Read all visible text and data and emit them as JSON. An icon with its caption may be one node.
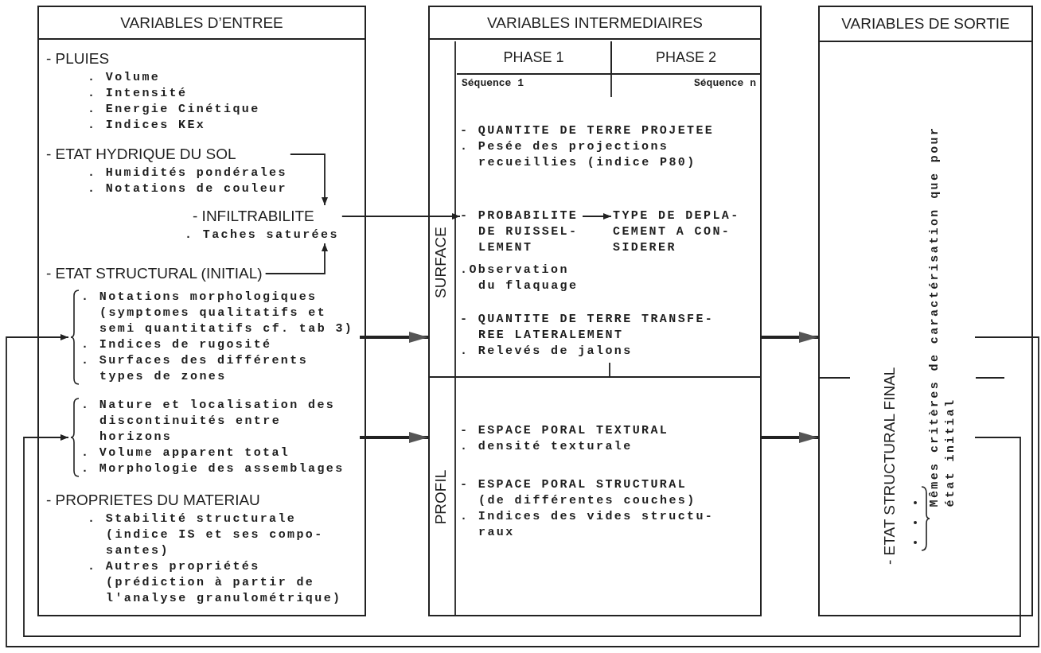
{
  "diagram": {
    "nodes": [
      {
        "text": [
          "VARIABLES D’ENTREE"
        ]
      },
      {
        "text": [
          "- PLUIES",
          ". Volume",
          ". Intensité",
          ". Energie Cinétique",
          ". Indices KEx"
        ],
        "in": 0
      },
      {
        "text": [
          "- ETAT HYDRIQUE DU SOL",
          ". Humidités pondérales",
          ". Notations de couleur"
        ],
        "in": 0
      },
      {
        "text": [
          "- INFILTRABILITE",
          ". Taches saturées"
        ],
        "in": 0
      },
      {
        "text": [
          "- ETAT STRUCTURAL (INITIAL)"
        ],
        "in": 0
      },
      {
        "text": [
          ". Notations morphologiques (symptomes qualitatifs et semi quantitatifs cf. tab 3)",
          ". Indices de rugosité",
          ". Surfaces des différents types de zones"
        ],
        "in": 0
      },
      {
        "text": [
          ". Nature et localisation des discontinuités entre horizons",
          ". Volume apparent total",
          ". Morphologie des assemblages"
        ],
        "in": 0
      },
      {
        "text": [
          "- PROPRIETES DU MATERIAU",
          ". Stabilité structurale (indice IS et ses compo- santes)",
          ". Autres propriétés (prédiction à partir de l'analyse granulométrique)"
        ],
        "in": 0
      },
      {
        "text": [
          "VARIABLES INTERMEDIAIRES"
        ]
      },
      {
        "text": [
          "SURFACE"
        ],
        "in": 8
      },
      {
        "text": [
          "PHASE 1"
        ],
        "in": 9,
        "beside": [
          "Séquence 1"
        ]
      },
      {
        "text": [
          "PHASE 2"
        ],
        "in": 9,
        "beside": [
          "Séquence n"
        ]
      },
      {
        "text": [
          "- QUANTITE DE TERRE PROJETEE",
          ". Pesée des projections recueillies (indice P80)"
        ],
        "in": 9
      },
      {
        "text": [
          "- PROBABILITE DE RUISSEL- LEMENT",
          ".Observation du flaquage"
        ],
        "in": 9
      },
      {
        "text": [
          "TYPE DE DEPLA- CEMENT A CON- SIDERER"
        ],
        "in": 9
      },
      {
        "text": [
          "- QUANTITE DE TERRE TRANSFE- REE LATERALEMENT",
          ". Relevés de jalons"
        ],
        "in": 9
      },
      {
        "text": [
          "PROFIL"
        ],
        "in": 8
      },
      {
        "text": [
          "- ESPACE PORAL TEXTURAL",
          ". densité texturale"
        ],
        "in": 16
      },
      {
        "text": [
          "- ESPACE PORAL STRUCTURAL (de différentes couches)",
          ". Indices des vides structu- raux"
        ],
        "in": 16
      },
      {
        "text": [
          "VARIABLES DE SORTIE"
        ]
      },
      {
        "text": [
          "- ETAT STRUCTURAL FINAL",
          "Mêmes critères de caractérisation que pour état initial"
        ],
        "in": 19
      }
    ],
    "edges": [
      {
        "from": 2,
        "to": 3,
        "arrow": "to"
      },
      {
        "from": 4,
        "to": 3,
        "arrow": "to"
      },
      {
        "from": 3,
        "to": 13,
        "arrow": "to"
      },
      {
        "from": 13,
        "to": 14,
        "arrow": "to"
      },
      {
        "from": 5,
        "to": 9,
        "arrow": "to",
        "style": "thick"
      },
      {
        "from": 6,
        "to": 16,
        "arrow": "to",
        "style": "thick"
      },
      {
        "from": 9,
        "to": 19,
        "arrow": "to",
        "style": "thick"
      },
      {
        "from": 16,
        "to": 19,
        "arrow": "to",
        "style": "thick"
      },
      {
        "from": 20,
        "to": 5,
        "arrow": "to"
      },
      {
        "from": 20,
        "to": 6,
        "arrow": "to"
      }
    ]
  }
}
